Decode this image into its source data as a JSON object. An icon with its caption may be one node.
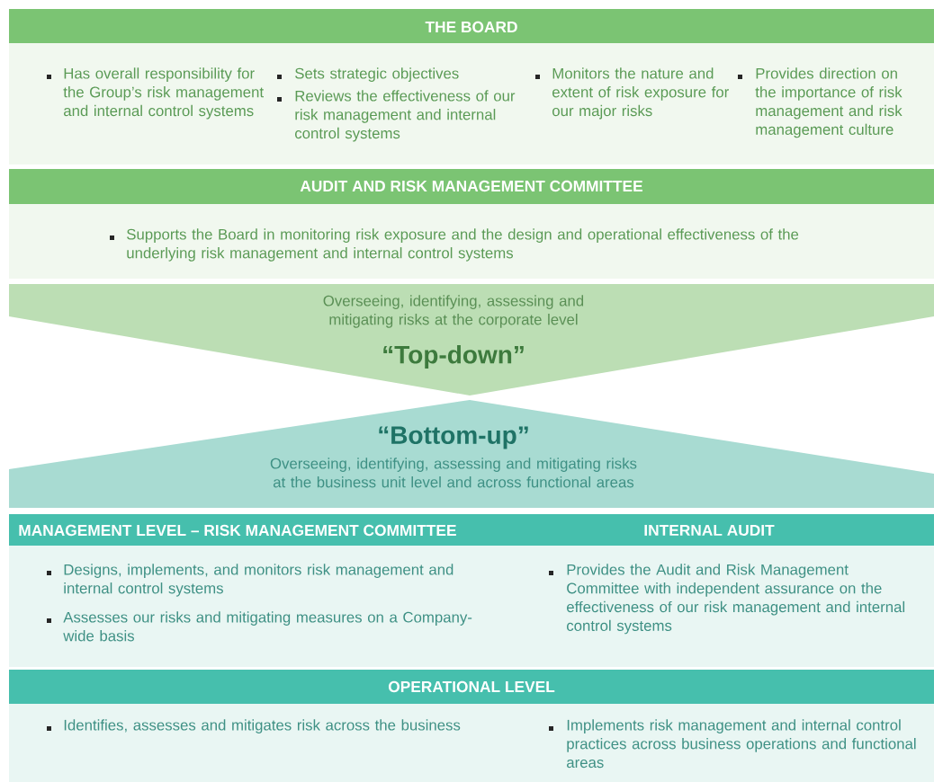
{
  "diagram": {
    "nodes": [
      {
        "text": [
          "THE BOARD",
          "Has overall responsibility for the Group’s risk management and internal control systems",
          "Sets strategic objectives",
          "Reviews the effectiveness of our risk management and internal control systems",
          "Monitors the nature and extent of risk exposure for our major risks",
          "Provides direction on the importance of risk management and risk management culture"
        ]
      },
      {
        "text": [
          "AUDIT AND RISK MANAGEMENT COMMITTEE",
          "Supports the Board in monitoring risk exposure and the design and operational effectiveness of the underlying risk management and internal control systems"
        ]
      },
      {
        "text": [
          "Overseeing, identifying, assessing and mitigating risks at the corporate level",
          "“Top-down”"
        ]
      },
      {
        "text": [
          "“Bottom-up”",
          "Overseeing, identifying, assessing and mitigating risks at the business unit level and across functional areas"
        ]
      },
      {
        "text": [
          "MANAGEMENT LEVEL – RISK MANAGEMENT COMMITTEE",
          "Designs, implements, and monitors risk management and internal control systems",
          "Assesses our risks and mitigating measures on a Company-wide basis"
        ]
      },
      {
        "text": [
          "INTERNAL AUDIT",
          "Provides the Audit and Risk Management Committee with independent assurance on the effectiveness of our risk management and internal control systems"
        ]
      },
      {
        "text": [
          "OPERATIONAL LEVEL",
          "Identifies, assesses and mitigates risk across the business",
          "Implements risk management and internal control practices across business operations and functional areas"
        ]
      }
    ]
  }
}
